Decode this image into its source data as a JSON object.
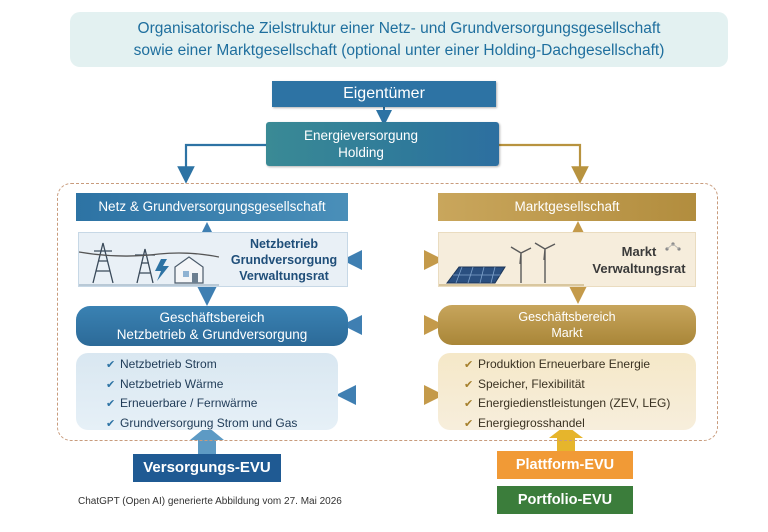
{
  "title": {
    "line1": "Organisatorische Zielstruktur einer Netz- und Grundversorgungsgesellschaft",
    "line2": "sowie einer Marktgesellschaft (optional unter einer Holding-Dachgesellschaft)"
  },
  "owner": "Eigentümer",
  "holding": {
    "line1": "Energieversorgung",
    "line2": "Holding"
  },
  "netz": {
    "header": "Netz & Grundversorgungsgesellschaft",
    "board": {
      "line1": "Netzbetrieb",
      "line2": "Grundversorgung",
      "line3": "Verwaltungsrat"
    },
    "division": {
      "line1": "Geschäftsbereich",
      "line2": "Netzbetrieb & Grundversorgung"
    },
    "items": [
      "Netzbetrieb Strom",
      "Netzbetrieb Wärme",
      "Erneuerbare / Fernwärme",
      "Grundversorgung Strom und Gas"
    ],
    "evu": "Versorgungs-EVU"
  },
  "markt": {
    "header": "Marktgesellschaft",
    "board": {
      "line1": "Markt",
      "line2": "Verwaltungsrat"
    },
    "division": {
      "line1": "Geschäftsbereich",
      "line2": "Markt"
    },
    "items": [
      "Produktion Erneuerbare Energie",
      "Speicher, Flexibilität",
      "Energiedienstleistungen (ZEV, LEG)",
      "Energiegrosshandel"
    ],
    "evu_platform": "Plattform-EVU",
    "evu_portfolio": "Portfolio-EVU"
  },
  "footer": "ChatGPT (Open AI) generierte Abbildung vom 27. Mai 2026",
  "check_glyph": "✔",
  "colors": {
    "netz_blue": "#2d73a4",
    "markt_gold": "#b8933f",
    "versorgung_evu": "#1f5a93",
    "plattform_evu": "#f19a36",
    "portfolio_evu": "#3b7d3b"
  }
}
